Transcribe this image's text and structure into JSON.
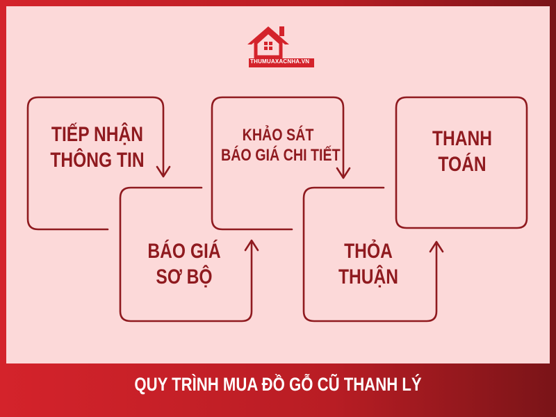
{
  "logo": {
    "text": "THUMUAXACNHA.VN"
  },
  "steps": [
    {
      "lines": [
        "TIẾP NHẬN",
        "THÔNG TIN"
      ]
    },
    {
      "lines": [
        "BÁO GIÁ",
        "SƠ BỘ"
      ]
    },
    {
      "lines": [
        "KHẢO SÁT",
        "BÁO GIÁ CHI TIẾT"
      ]
    },
    {
      "lines": [
        "THỎA",
        "THUẬN"
      ]
    },
    {
      "lines": [
        "THANH",
        "TOÁN"
      ]
    }
  ],
  "banner": {
    "title": "QUY TRÌNH MUA ĐỒ GỖ CŨ THANH LÝ"
  },
  "colors": {
    "brand_red": "#c0262c",
    "panel_pink": "#fcd9d9",
    "stroke": "#8f1a1f"
  }
}
